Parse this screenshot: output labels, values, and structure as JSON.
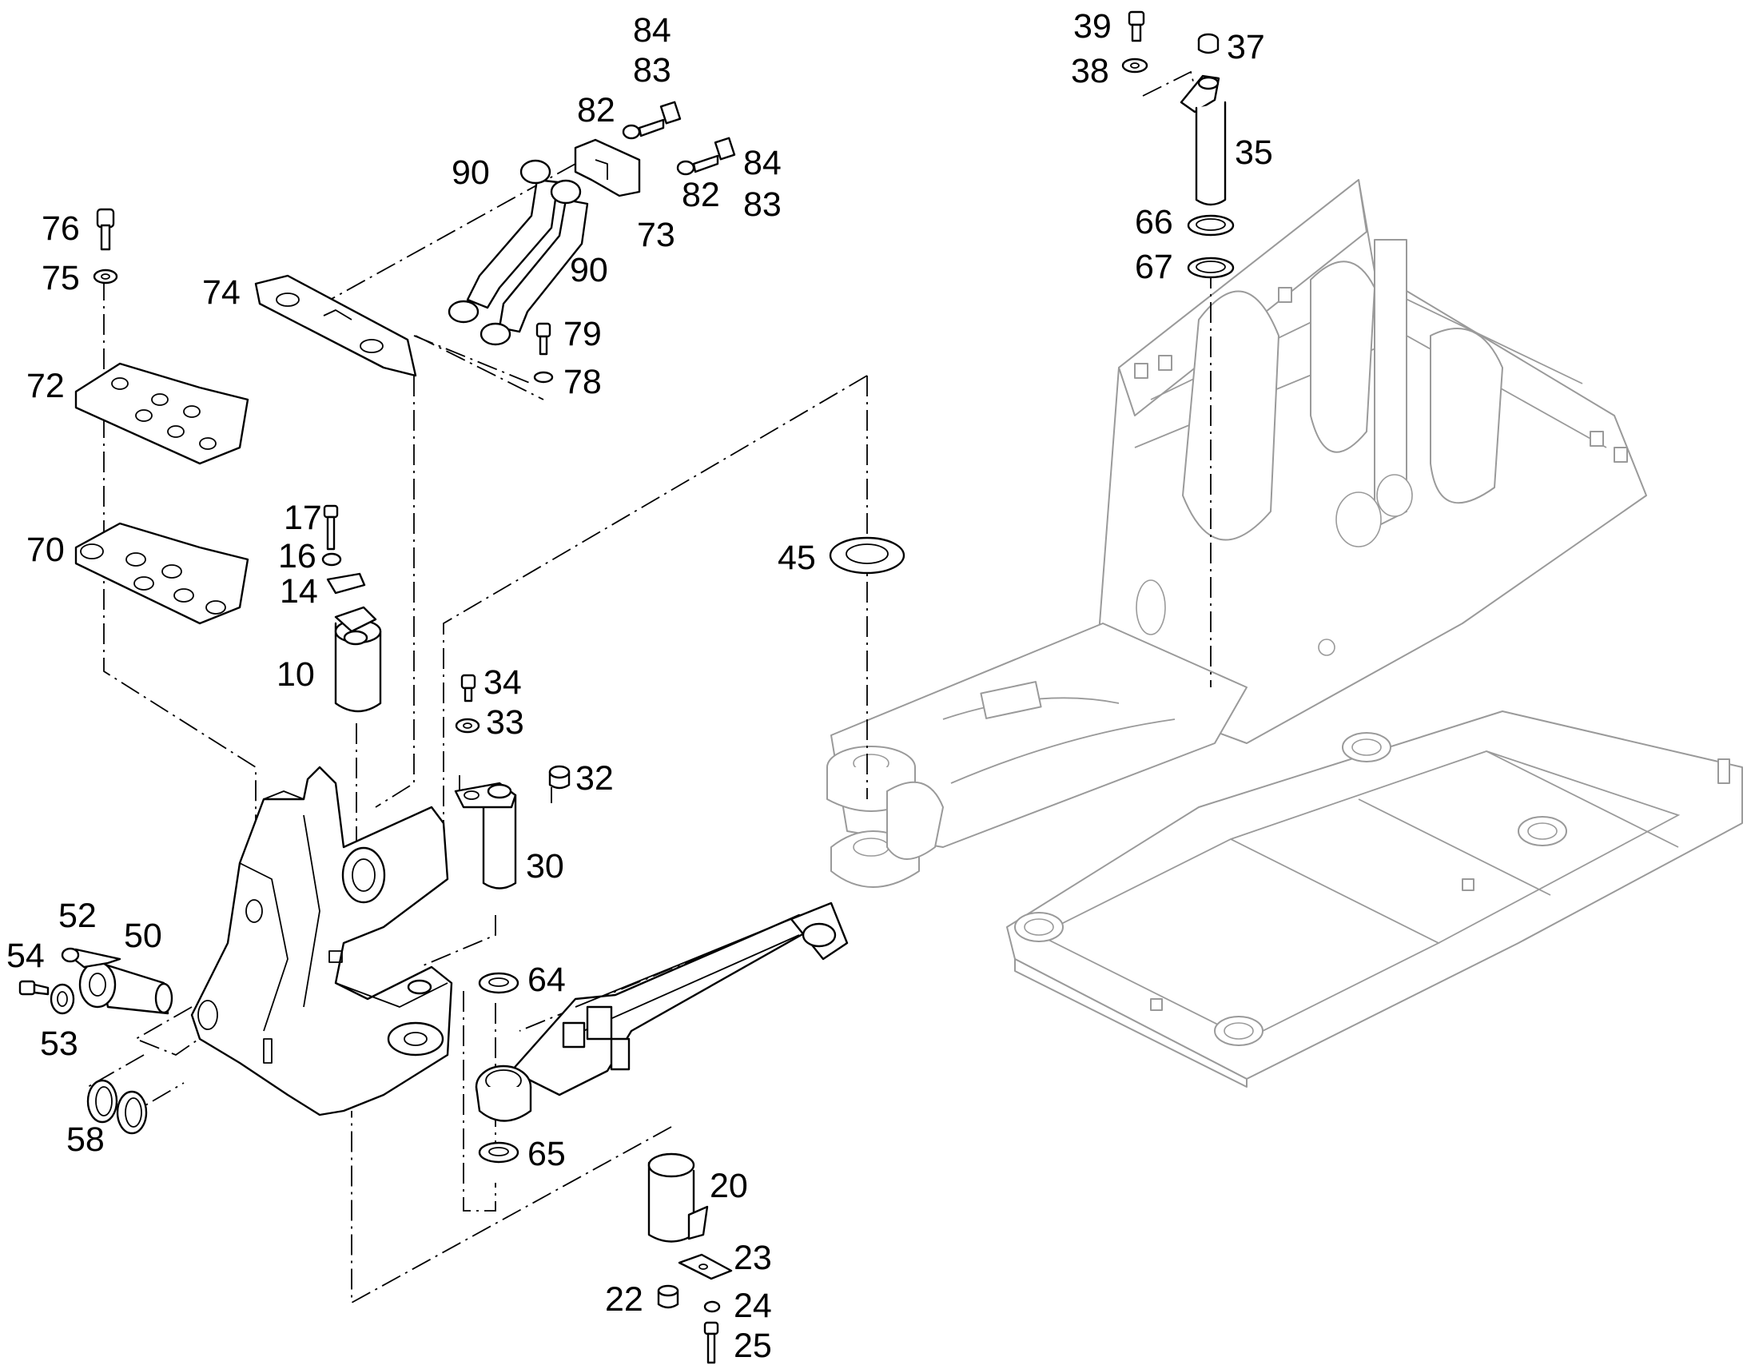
{
  "callouts": [
    {
      "id": "84a",
      "text": "84"
    },
    {
      "id": "83a",
      "text": "83"
    },
    {
      "id": "82a",
      "text": "82"
    },
    {
      "id": "90a",
      "text": "90"
    },
    {
      "id": "84b",
      "text": "84"
    },
    {
      "id": "82b",
      "text": "82"
    },
    {
      "id": "83b",
      "text": "83"
    },
    {
      "id": "73",
      "text": "73"
    },
    {
      "id": "90b",
      "text": "90"
    },
    {
      "id": "76",
      "text": "76"
    },
    {
      "id": "75",
      "text": "75"
    },
    {
      "id": "74",
      "text": "74"
    },
    {
      "id": "79",
      "text": "79"
    },
    {
      "id": "78",
      "text": "78"
    },
    {
      "id": "72",
      "text": "72"
    },
    {
      "id": "17",
      "text": "17"
    },
    {
      "id": "16",
      "text": "16"
    },
    {
      "id": "14",
      "text": "14"
    },
    {
      "id": "70",
      "text": "70"
    },
    {
      "id": "10",
      "text": "10"
    },
    {
      "id": "34",
      "text": "34"
    },
    {
      "id": "33",
      "text": "33"
    },
    {
      "id": "32",
      "text": "32"
    },
    {
      "id": "30",
      "text": "30"
    },
    {
      "id": "45",
      "text": "45"
    },
    {
      "id": "52",
      "text": "52"
    },
    {
      "id": "50",
      "text": "50"
    },
    {
      "id": "54",
      "text": "54"
    },
    {
      "id": "53",
      "text": "53"
    },
    {
      "id": "58",
      "text": "58"
    },
    {
      "id": "64",
      "text": "64"
    },
    {
      "id": "65",
      "text": "65"
    },
    {
      "id": "20",
      "text": "20"
    },
    {
      "id": "23",
      "text": "23"
    },
    {
      "id": "22",
      "text": "22"
    },
    {
      "id": "24",
      "text": "24"
    },
    {
      "id": "25",
      "text": "25"
    },
    {
      "id": "39",
      "text": "39"
    },
    {
      "id": "37",
      "text": "37"
    },
    {
      "id": "38",
      "text": "38"
    },
    {
      "id": "35",
      "text": "35"
    },
    {
      "id": "66",
      "text": "66"
    },
    {
      "id": "67",
      "text": "67"
    }
  ]
}
